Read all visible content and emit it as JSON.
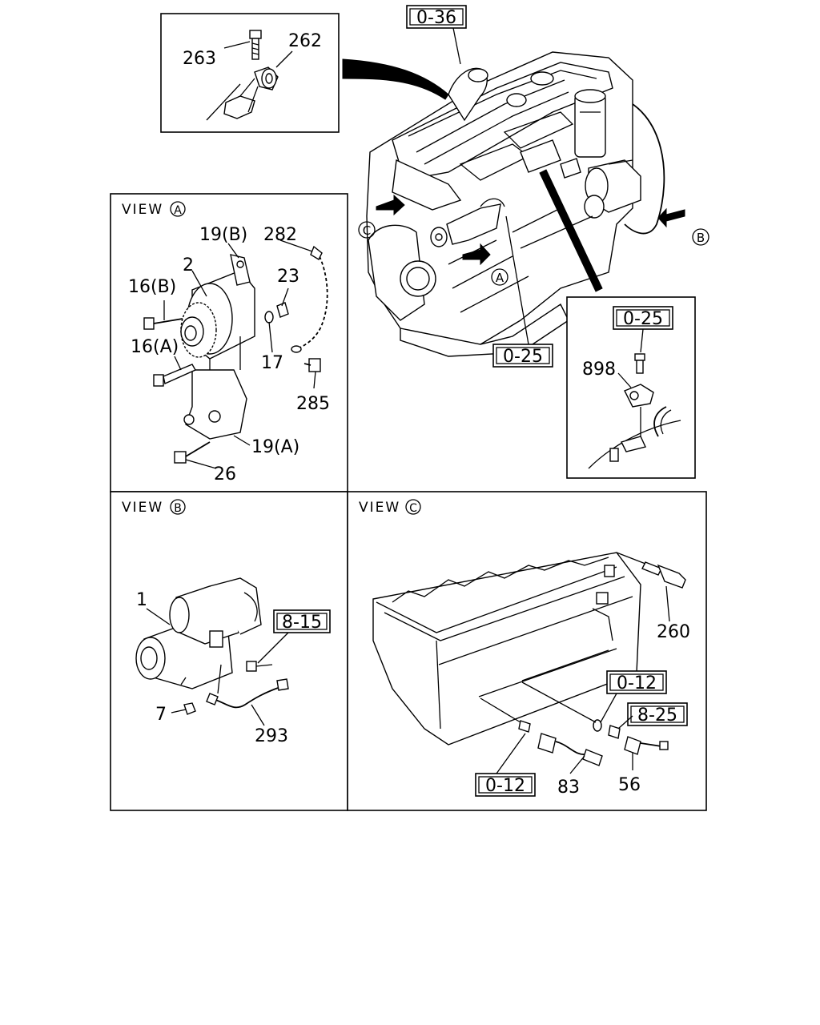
{
  "views": {
    "a": {
      "label": "VIEW",
      "letter": "A"
    },
    "b": {
      "label": "VIEW",
      "letter": "B"
    },
    "c": {
      "label": "VIEW",
      "letter": "C"
    }
  },
  "main": {
    "ref_top": "0-36",
    "ref_mid": "0-25",
    "callout_a": "A",
    "callout_b": "B",
    "callout_c": "C"
  },
  "inset_top": {
    "part_263": "263",
    "part_262": "262"
  },
  "inset_right": {
    "ref": "0-25",
    "part_898": "898"
  },
  "view_a_parts": {
    "p19b": "19(B)",
    "p282": "282",
    "p2": "2",
    "p16b": "16(B)",
    "p23": "23",
    "p16a": "16(A)",
    "p17": "17",
    "p285": "285",
    "p19a": "19(A)",
    "p26": "26"
  },
  "view_b_parts": {
    "p1": "1",
    "ref_815": "8-15",
    "p7": "7",
    "p293": "293"
  },
  "view_c_parts": {
    "p260": "260",
    "ref_012_a": "0-12",
    "ref_825": "8-25",
    "ref_012_b": "0-12",
    "p83": "83",
    "p56": "56"
  }
}
